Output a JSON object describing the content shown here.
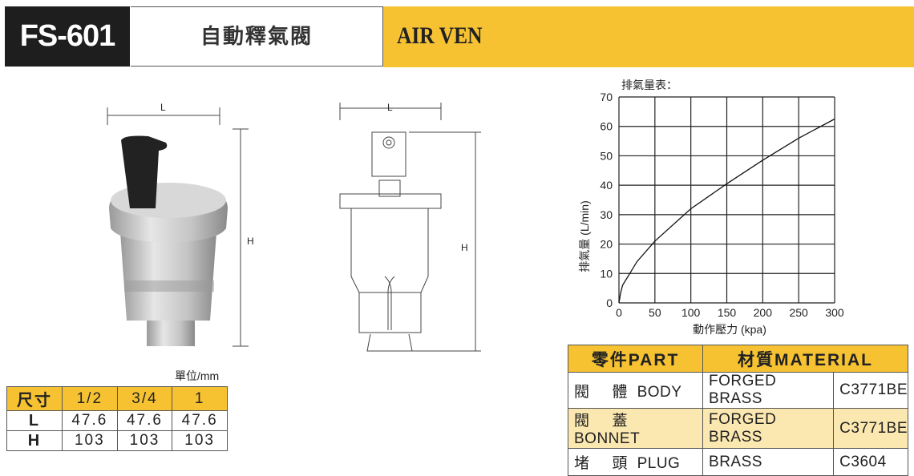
{
  "header": {
    "model": "FS-601",
    "name_cn": "自動釋氣閥",
    "name_en": "AIR VEN"
  },
  "dimensions": {
    "unit_label": "單位/mm",
    "dim_label_l": "L",
    "dim_label_h": "H",
    "headers": [
      "尺寸",
      "1/2",
      "3/4",
      "1"
    ],
    "rows": [
      {
        "label": "L",
        "values": [
          "47.6",
          "47.6",
          "47.6"
        ]
      },
      {
        "label": "H",
        "values": [
          "103",
          "103",
          "103"
        ]
      }
    ]
  },
  "chart_data": {
    "type": "line",
    "title": "排氣量表：",
    "xlabel": "動作壓力 (kpa)",
    "ylabel": "排氣量 (L/min)",
    "xlim": [
      0,
      300
    ],
    "ylim": [
      0,
      70
    ],
    "xticks": [
      "0",
      "50",
      "100",
      "150",
      "200",
      "250",
      "300"
    ],
    "yticks": [
      "0",
      "10",
      "20",
      "30",
      "40",
      "50",
      "60",
      "70"
    ],
    "grid": true,
    "series": [
      {
        "name": "排氣量",
        "x": [
          0,
          2,
          5,
          15,
          25,
          50,
          100,
          150,
          200,
          250,
          300
        ],
        "y": [
          0,
          3,
          6,
          10,
          14,
          21,
          32,
          40.5,
          48.5,
          56,
          62.5
        ]
      }
    ]
  },
  "parts": {
    "headers": [
      "零件PART",
      "材質MATERIAL"
    ],
    "rows": [
      {
        "cn1": "閥",
        "cn2": "體",
        "en": "BODY",
        "material": "FORGED BRASS",
        "code": "C3771BE"
      },
      {
        "cn1": "閥",
        "cn2": "蓋",
        "en": "BONNET",
        "material": "FORGED BRASS",
        "code": "C3771BE"
      },
      {
        "cn1": "堵",
        "cn2": "頭",
        "en": "PLUG",
        "material": "BRASS",
        "code": "C3604"
      }
    ]
  }
}
